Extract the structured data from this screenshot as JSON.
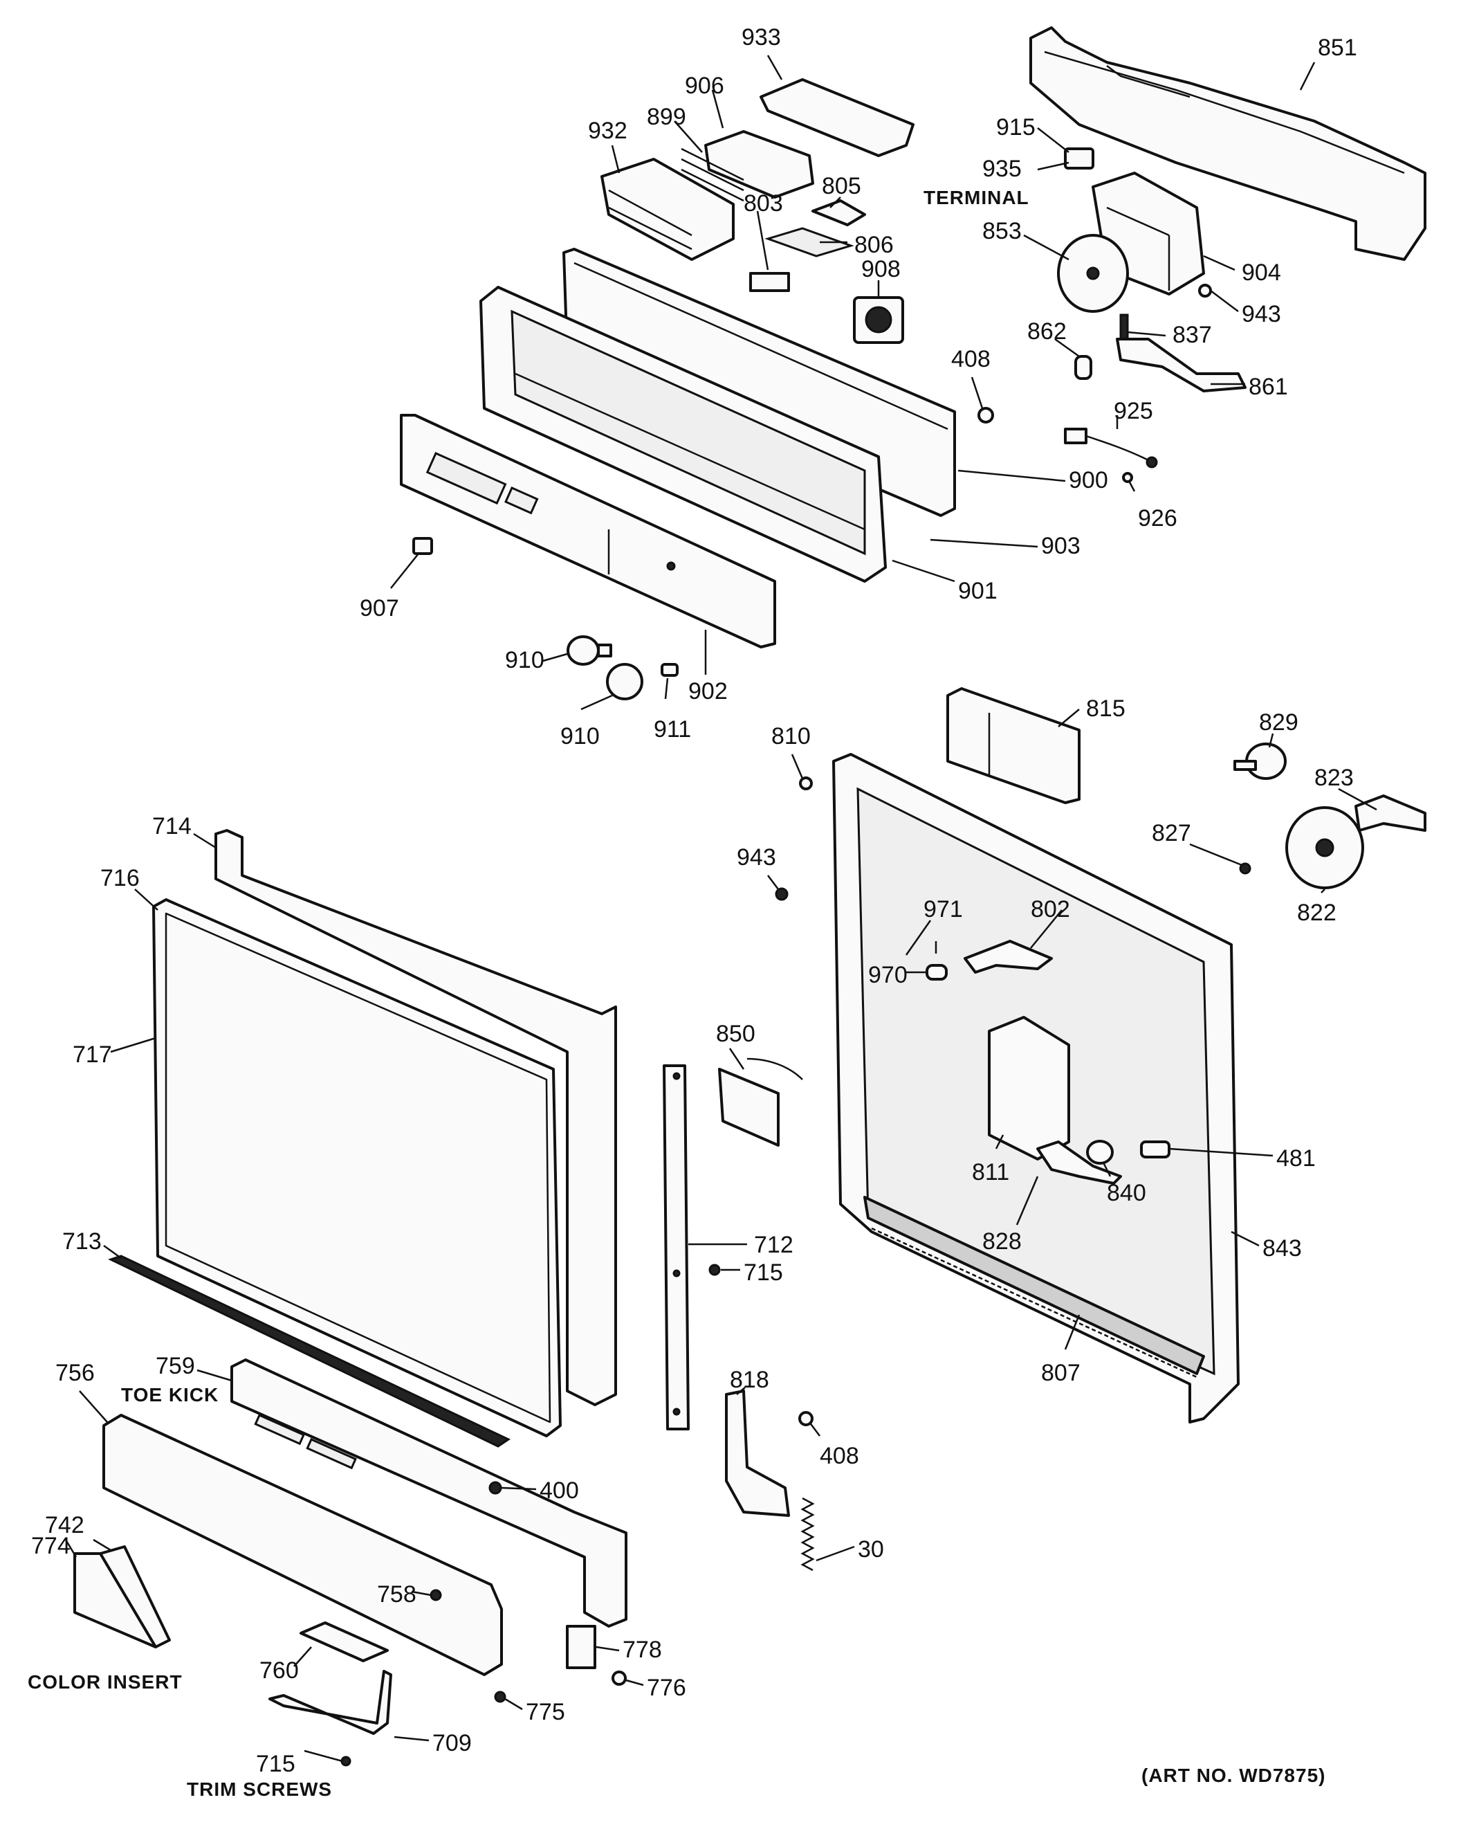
{
  "labels": {
    "l933": "933",
    "l851": "851",
    "l906": "906",
    "l899": "899",
    "l932": "932",
    "l915": "915",
    "l935": "935",
    "l_terminal": "TERMINAL",
    "l805": "805",
    "l803": "803",
    "l806": "806",
    "l853": "853",
    "l904": "904",
    "l908": "908",
    "l943a": "943",
    "l862": "862",
    "l837": "837",
    "l408a": "408",
    "l861": "861",
    "l925": "925",
    "l900": "900",
    "l926": "926",
    "l903": "903",
    "l907": "907",
    "l901": "901",
    "l910a": "910",
    "l910b": "910",
    "l911": "911",
    "l902": "902",
    "l815": "815",
    "l829": "829",
    "l810": "810",
    "l823": "823",
    "l714": "714",
    "l827": "827",
    "l716": "716",
    "l943b": "943",
    "l971": "971",
    "l802": "802",
    "l822": "822",
    "l970": "970",
    "l717": "717",
    "l850": "850",
    "l481": "481",
    "l811": "811",
    "l840": "840",
    "l713": "713",
    "l712": "712",
    "l828": "828",
    "l843": "843",
    "l715a": "715",
    "l807": "807",
    "l759": "759",
    "l_toekick": "TOE KICK",
    "l756": "756",
    "l818": "818",
    "l408b": "408",
    "l400": "400",
    "l742": "742",
    "l774": "774",
    "l30": "30",
    "l758": "758",
    "l778": "778",
    "l760": "760",
    "l_colorinsert": "COLOR INSERT",
    "l776": "776",
    "l775": "775",
    "l709": "709",
    "l715b": "715",
    "l_trimscrews": "TRIM SCREWS",
    "l_artno": "(ART NO. WD7875)"
  }
}
